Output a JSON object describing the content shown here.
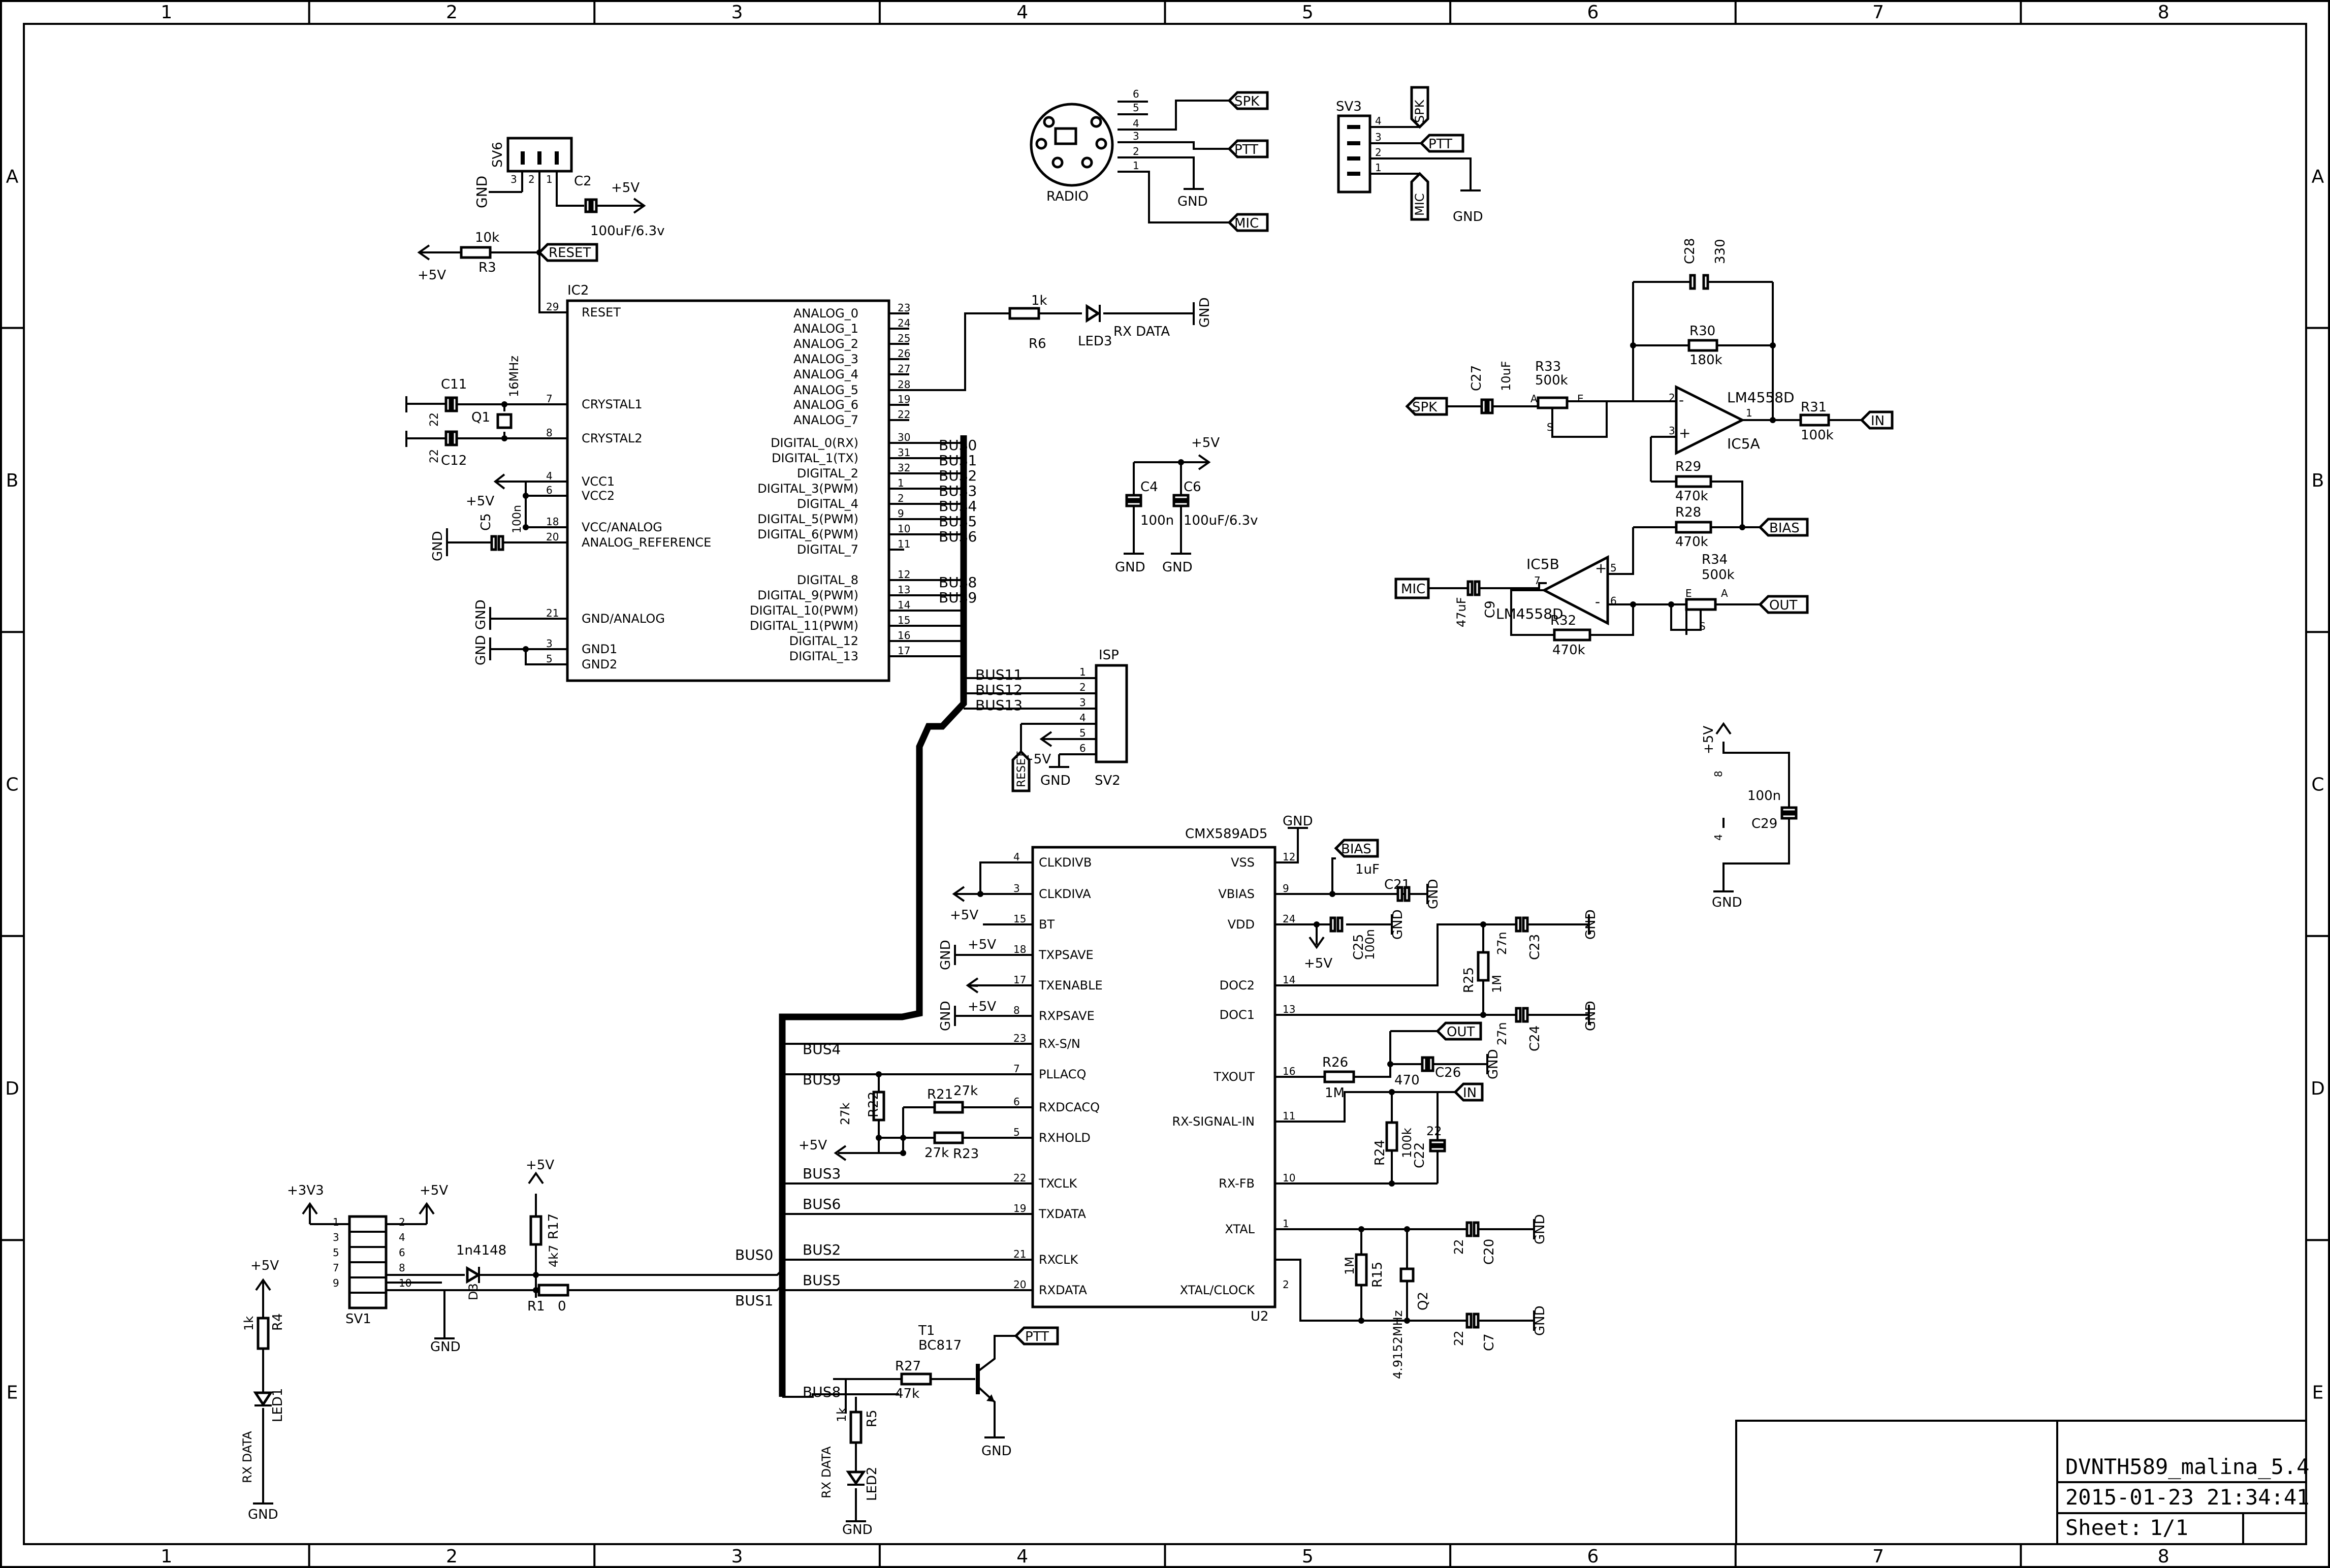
{
  "frame": {
    "columns": [
      "1",
      "2",
      "3",
      "4",
      "5",
      "6",
      "7",
      "8"
    ],
    "rows": [
      "A",
      "B",
      "C",
      "D",
      "E"
    ]
  },
  "title_block": {
    "name": "DVNTH589_malina_5.4",
    "date": "2015-01-23 21:34:41",
    "sheet_label": "Sheet:",
    "sheet": "1/1"
  },
  "ic2": {
    "name": "IC2",
    "left_pins": [
      {
        "num": "29",
        "name": "RESET"
      },
      {
        "num": "7",
        "name": "CRYSTAL1"
      },
      {
        "num": "8",
        "name": "CRYSTAL2"
      },
      {
        "num": "4",
        "name": "VCC1"
      },
      {
        "num": "6",
        "name": "VCC2"
      },
      {
        "num": "18",
        "name": "VCC/ANALOG"
      },
      {
        "num": "20",
        "name": "ANALOG_REFERENCE"
      },
      {
        "num": "21",
        "name": "GND/ANALOG"
      },
      {
        "num": "3",
        "name": "GND1"
      },
      {
        "num": "5",
        "name": "GND2"
      }
    ],
    "right_pins": [
      {
        "num": "23",
        "name": "ANALOG_0",
        "net": ""
      },
      {
        "num": "24",
        "name": "ANALOG_1",
        "net": ""
      },
      {
        "num": "25",
        "name": "ANALOG_2",
        "net": ""
      },
      {
        "num": "26",
        "name": "ANALOG_3",
        "net": ""
      },
      {
        "num": "27",
        "name": "ANALOG_4",
        "net": ""
      },
      {
        "num": "28",
        "name": "ANALOG_5",
        "net": ""
      },
      {
        "num": "19",
        "name": "ANALOG_6",
        "net": ""
      },
      {
        "num": "22",
        "name": "ANALOG_7",
        "net": ""
      },
      {
        "num": "30",
        "name": "DIGITAL_0(RX)",
        "net": "BUS0"
      },
      {
        "num": "31",
        "name": "DIGITAL_1(TX)",
        "net": "BUS1"
      },
      {
        "num": "32",
        "name": "DIGITAL_2",
        "net": "BUS2"
      },
      {
        "num": "1",
        "name": "DIGITAL_3(PWM)",
        "net": "BUS3"
      },
      {
        "num": "2",
        "name": "DIGITAL_4",
        "net": "BUS4"
      },
      {
        "num": "9",
        "name": "DIGITAL_5(PWM)",
        "net": "BUS5"
      },
      {
        "num": "10",
        "name": "DIGITAL_6(PWM)",
        "net": "BUS6"
      },
      {
        "num": "11",
        "name": "DIGITAL_7",
        "net": ""
      },
      {
        "num": "12",
        "name": "DIGITAL_8",
        "net": "BUS8"
      },
      {
        "num": "13",
        "name": "DIGITAL_9(PWM)",
        "net": "BUS9"
      },
      {
        "num": "14",
        "name": "DIGITAL_10(PWM)",
        "net": ""
      },
      {
        "num": "15",
        "name": "DIGITAL_11(PWM)",
        "net": ""
      },
      {
        "num": "16",
        "name": "DIGITAL_12",
        "net": ""
      },
      {
        "num": "17",
        "name": "DIGITAL_13",
        "net": ""
      }
    ]
  },
  "u2": {
    "name": "U2",
    "part": "CMX589AD5",
    "left_pins": [
      {
        "num": "4",
        "name": "CLKDIVB"
      },
      {
        "num": "3",
        "name": "CLKDIVA"
      },
      {
        "num": "15",
        "name": "BT"
      },
      {
        "num": "18",
        "name": "TXPSAVE"
      },
      {
        "num": "17",
        "name": "TXENABLE"
      },
      {
        "num": "8",
        "name": "RXPSAVE"
      },
      {
        "num": "23",
        "name": "RX-S/N"
      },
      {
        "num": "7",
        "name": "PLLACQ"
      },
      {
        "num": "6",
        "name": "RXDCACQ"
      },
      {
        "num": "5",
        "name": "RXHOLD"
      },
      {
        "num": "22",
        "name": "TXCLK"
      },
      {
        "num": "19",
        "name": "TXDATA"
      },
      {
        "num": "21",
        "name": "RXCLK"
      },
      {
        "num": "20",
        "name": "RXDATA"
      }
    ],
    "right_pins": [
      {
        "num": "12",
        "name": "VSS"
      },
      {
        "num": "9",
        "name": "VBIAS"
      },
      {
        "num": "24",
        "name": "VDD"
      },
      {
        "num": "14",
        "name": "DOC2"
      },
      {
        "num": "13",
        "name": "DOC1"
      },
      {
        "num": "16",
        "name": "TXOUT"
      },
      {
        "num": "11",
        "name": "RX-SIGNAL-IN"
      },
      {
        "num": "10",
        "name": "RX-FB"
      },
      {
        "num": "1",
        "name": "XTAL"
      },
      {
        "num": "2",
        "name": "XTAL/CLOCK"
      }
    ]
  },
  "labels": {
    "sv6": "SV6",
    "c2": "C2",
    "c2_val": "100uF/6.3v",
    "p5v": "+5V",
    "p3v3": "+3V3",
    "gnd": "GND",
    "r3": "R3",
    "r3_val": "10k",
    "reset": "RESET",
    "c11": "C11",
    "c12": "C12",
    "c11_val": "22",
    "c12_val": "22",
    "q1": "Q1",
    "q1_val": "16MHz",
    "c5": "C5",
    "c5_val": "100n",
    "r6": "R6",
    "r6_val": "1k",
    "led3": "LED3",
    "rx_data": "RX DATA",
    "radio": "RADIO",
    "spk": "SPK",
    "ptt": "PTT",
    "mic": "MIC",
    "sv3": "SV3",
    "c28": "C28",
    "c28_val": "330",
    "r30": "R30",
    "r30_val": "180k",
    "c27": "C27",
    "c27_val": "10uF",
    "r33": "R33",
    "r33_val": "500k",
    "lm": "LM4558D",
    "ic5a": "IC5A",
    "ic5b": "IC5B",
    "r31": "R31",
    "r31_val": "100k",
    "in": "IN",
    "r29": "R29",
    "r29_val": "470k",
    "r28": "R28",
    "r28_val": "470k",
    "bias": "BIAS",
    "c9": "C9",
    "c9_val": "47uF",
    "r32": "R32",
    "r32_val": "470k",
    "r34": "R34",
    "r34_val": "500k",
    "out": "OUT",
    "c4": "C4",
    "c4_val": "100n",
    "c6": "C6",
    "c6_val": "100uF/6.3v",
    "isp": "ISP",
    "sv2": "SV2",
    "c29": "C29",
    "c29_val": "100n",
    "c21": "C21",
    "c21_val": "1uF",
    "c25": "C25",
    "c25_val": "100n",
    "r25": "R25",
    "r25_val": "1M",
    "c23": "C23",
    "c23_val": "27n",
    "c24": "C24",
    "c24_val": "27n",
    "r26": "R26",
    "r26_val": "1M",
    "c26": "C26",
    "c26_val": "470",
    "r24": "R24",
    "r24_val": "100k",
    "c22": "C22",
    "c22_val": "22",
    "r22": "R22",
    "r22_val": "27k",
    "r21": "R21",
    "r21_val": "27k",
    "r23": "R23",
    "r23_val": "27k",
    "c20": "C20",
    "c20_val": "22",
    "c7": "C7",
    "c7_val": "22",
    "r15": "R15",
    "r15_val": "1M",
    "q2": "Q2",
    "q2_val": "4.9152MHz",
    "t1": "T1",
    "t1_val": "BC817",
    "r27": "R27",
    "r27_val": "47k",
    "r5": "R5",
    "r5_val": "1k",
    "led2": "LED2",
    "sv1": "SV1",
    "d3": "D3",
    "d3_val": "1n4148",
    "r17": "R17",
    "r17_val": "4k7",
    "r1": "R1",
    "r1_val": "0",
    "r4": "R4",
    "r4_val": "1k",
    "led1": "LED1",
    "bus0": "BUS0",
    "bus1": "BUS1",
    "bus2": "BUS2",
    "bus3": "BUS3",
    "bus4": "BUS4",
    "bus5": "BUS5",
    "bus6": "BUS6",
    "bus8": "BUS8",
    "bus9": "BUS9",
    "bus11": "BUS11",
    "bus12": "BUS12",
    "bus13": "BUS13",
    "pin_a": "A",
    "pin_e": "E",
    "pin_s": "S",
    "plus": "+",
    "minus": "-",
    "n1": "1",
    "n2": "2",
    "n3": "3",
    "n4": "4",
    "n5": "5",
    "n6": "6",
    "n7": "7",
    "n8": "8",
    "n9": "9",
    "n10": "10"
  }
}
